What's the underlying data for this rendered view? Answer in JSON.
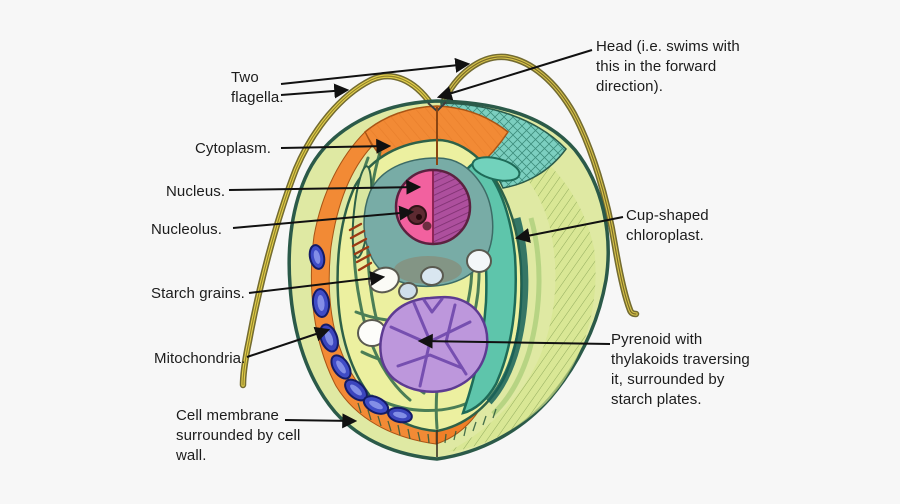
{
  "labels": {
    "two_flagella": "Two\nflagella.",
    "head": "Head (i.e. swims with\nthis in the forward\ndirection).",
    "cytoplasm": "Cytoplasm.",
    "nucleus": "Nucleus.",
    "nucleolus": "Nucleolus.",
    "starch_grains": "Starch grains.",
    "mitochondria": "Mitochondria.",
    "cell_membrane": "Cell membrane\nsurrounded by cell\nwall.",
    "cup_chloroplast": "Cup-shaped\nchloroplast.",
    "pyrenoid": "Pyrenoid with\nthylakoids traversing\nit, surrounded by\nstarch plates."
  },
  "colors": {
    "background": "#f7f7f7",
    "label_text": "#1c1c1c",
    "arrow": "#111111",
    "cell_body": "#dfe9a3",
    "cell_wall_outline": "#2b5a49",
    "cytoplasm_orange": "#f28a35",
    "apex_teal": "#7ccfc0",
    "inner_sac": "#ecf0a0",
    "chloroplast_teal": "#5ec5ab",
    "chloroplast_dark": "#17615a",
    "nucleus_pink": "#f2619f",
    "nucleus_purple": "#ad4f9d",
    "nucleus_pocket": "#78aca6",
    "nucleolus": "#5d2a31",
    "pyrenoid_purple": "#bd97dc",
    "pyrenoid_vein": "#6f48ac",
    "starch_white": "#fbfbf6",
    "starch_blue": "#d9e6f0",
    "mitochondrion_blue": "#3f4cc6",
    "flagellum_yellow": "#e4d04b",
    "flagellum_outline": "#6b6326",
    "strand_green": "#2f6b4a"
  }
}
